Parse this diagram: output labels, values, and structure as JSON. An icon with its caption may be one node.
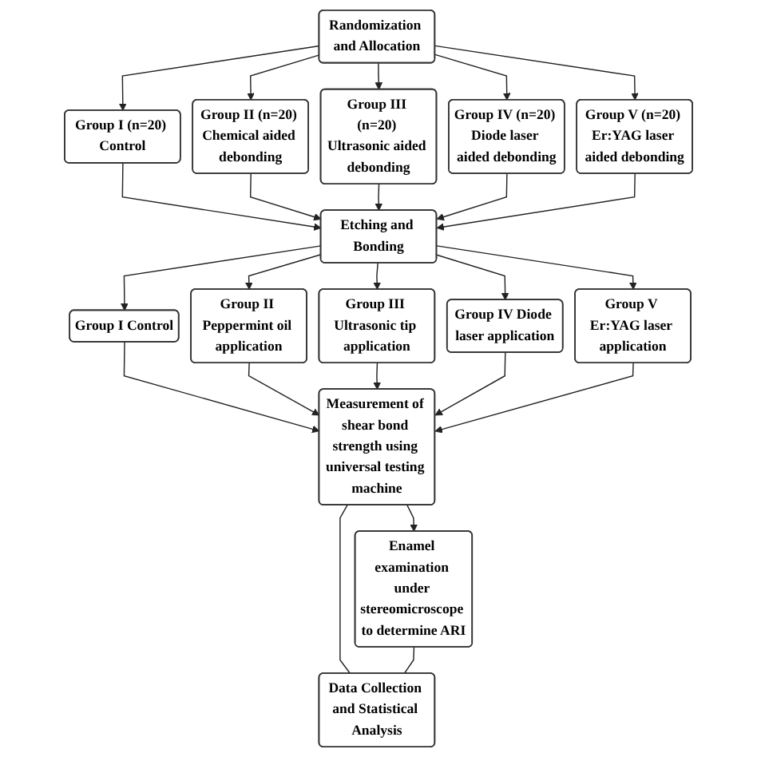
{
  "diagram": {
    "nodes": [
      {
        "text": [
          "Randomization and Allocation"
        ]
      },
      {
        "text": [
          "Group I (n=20) Control"
        ]
      },
      {
        "text": [
          "Group II (n=20) Chemical aided debonding"
        ]
      },
      {
        "text": [
          "Group III (n=20) Ultrasonic aided debonding"
        ]
      },
      {
        "text": [
          "Group IV (n=20) Diode laser aided debonding"
        ]
      },
      {
        "text": [
          "Group V (n=20) Er:YAG laser aided debonding"
        ]
      },
      {
        "text": [
          "Etching and Bonding"
        ]
      },
      {
        "text": [
          "Group I Control"
        ]
      },
      {
        "text": [
          "Group II Peppermint oil application"
        ]
      },
      {
        "text": [
          "Group III Ultrasonic tip application"
        ]
      },
      {
        "text": [
          "Group IV Diode laser application"
        ]
      },
      {
        "text": [
          "Group V Er:YAG laser application"
        ]
      },
      {
        "text": [
          "Measurement of shear bond strength using universal testing machine"
        ]
      },
      {
        "text": [
          "Enamel examination under stereomicroscope to determine ARI"
        ]
      },
      {
        "text": [
          "Data Collection and Statistical Analysis"
        ]
      }
    ],
    "edges": [
      {
        "from": 0,
        "to": 1,
        "arrow": "to"
      },
      {
        "from": 0,
        "to": 2,
        "arrow": "to"
      },
      {
        "from": 0,
        "to": 3,
        "arrow": "to"
      },
      {
        "from": 0,
        "to": 4,
        "arrow": "to"
      },
      {
        "from": 0,
        "to": 5,
        "arrow": "to"
      },
      {
        "from": 1,
        "to": 6,
        "arrow": "to"
      },
      {
        "from": 2,
        "to": 6,
        "arrow": "to"
      },
      {
        "from": 3,
        "to": 6,
        "arrow": "to"
      },
      {
        "from": 4,
        "to": 6,
        "arrow": "to"
      },
      {
        "from": 5,
        "to": 6,
        "arrow": "to"
      },
      {
        "from": 6,
        "to": 7,
        "arrow": "to"
      },
      {
        "from": 6,
        "to": 8,
        "arrow": "to"
      },
      {
        "from": 6,
        "to": 9,
        "arrow": "to"
      },
      {
        "from": 6,
        "to": 10,
        "arrow": "to"
      },
      {
        "from": 6,
        "to": 11,
        "arrow": "to"
      },
      {
        "from": 7,
        "to": 12,
        "arrow": "to"
      },
      {
        "from": 8,
        "to": 12,
        "arrow": "to"
      },
      {
        "from": 9,
        "to": 12,
        "arrow": "to"
      },
      {
        "from": 10,
        "to": 12,
        "arrow": "to"
      },
      {
        "from": 11,
        "to": 12,
        "arrow": "to"
      },
      {
        "from": 12,
        "to": 13,
        "arrow": "to"
      },
      {
        "from": 12,
        "to": 14,
        "arrow": "none"
      },
      {
        "from": 13,
        "to": 14,
        "arrow": "none"
      }
    ]
  }
}
